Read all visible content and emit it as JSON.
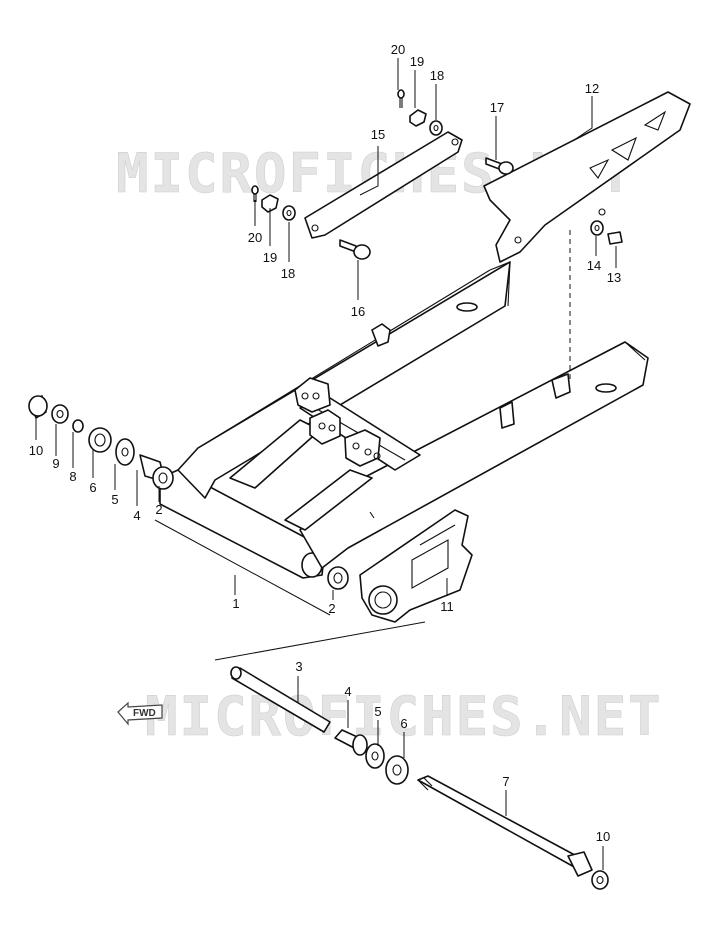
{
  "watermark": {
    "top": "MICROFICHES.NET",
    "bottom": "MICROFICHES.NET"
  },
  "fwd_label": "FWD",
  "callouts": {
    "c20a": "20",
    "c19a": "19",
    "c18a": "18",
    "c17": "17",
    "c12": "12",
    "c15": "15",
    "c20b": "20",
    "c19b": "19",
    "c18b": "18",
    "c14": "14",
    "c13": "13",
    "c16": "16",
    "c10a": "10",
    "c9": "9",
    "c8": "8",
    "c6a": "6",
    "c5a": "5",
    "c4a": "4",
    "c2a": "2",
    "c1": "1",
    "c2b": "2",
    "c11": "11",
    "c3": "3",
    "c4b": "4",
    "c5b": "5",
    "c6b": "6",
    "c7": "7",
    "c10b": "10"
  }
}
